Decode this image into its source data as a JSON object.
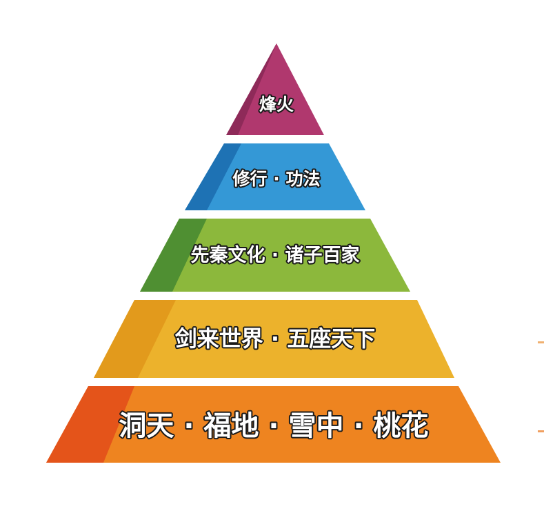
{
  "pyramid": {
    "tiers": [
      {
        "label": "烽火",
        "color": "#b0386e",
        "shade": "#8e2a59"
      },
      {
        "label": "修行 · 功法",
        "color": "#3498d6",
        "shade": "#1e72b4"
      },
      {
        "label": "先秦文化 · 诸子百家",
        "color": "#8cb83c",
        "shade": "#4f8f32"
      },
      {
        "label": "剑来世界 · 五座天下",
        "color": "#ecb22c",
        "shade": "#e29a1c"
      },
      {
        "label": "洞天 · 福地 · 雪中 · 桃花",
        "color": "#ee8420",
        "shade": "#e4541a"
      }
    ]
  }
}
